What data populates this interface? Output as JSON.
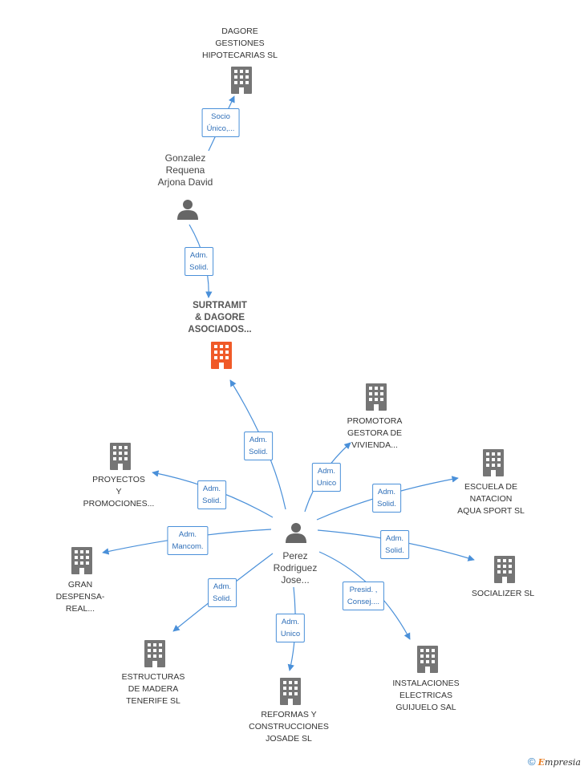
{
  "colors": {
    "edge": "#4a90d9",
    "company": "#757575",
    "focus": "#f05a28",
    "person": "#666666"
  },
  "nodes": {
    "dagore": {
      "lines": [
        "DAGORE",
        "GESTIONES",
        "HIPOTECARIAS SL"
      ]
    },
    "gonzalez": {
      "lines": [
        "Gonzalez",
        "Requena",
        "Arjona David"
      ]
    },
    "surtramit": {
      "lines": [
        "SURTRAMIT",
        "& DAGORE",
        "ASOCIADOS..."
      ]
    },
    "promotora": {
      "lines": [
        "PROMOTORA",
        "GESTORA DE",
        "VIVIENDA..."
      ]
    },
    "proyectos": {
      "lines": [
        "PROYECTOS",
        "Y",
        "PROMOCIONES..."
      ]
    },
    "escuela": {
      "lines": [
        "ESCUELA DE",
        "NATACION",
        "AQUA SPORT SL"
      ]
    },
    "perez": {
      "lines": [
        "Perez",
        "Rodriguez",
        "Jose..."
      ]
    },
    "gran": {
      "lines": [
        "GRAN",
        "DESPENSA-",
        "REAL..."
      ]
    },
    "socializer": {
      "lines": [
        "SOCIALIZER SL"
      ]
    },
    "estructuras": {
      "lines": [
        "ESTRUCTURAS",
        "DE MADERA",
        "TENERIFE SL"
      ]
    },
    "reformas": {
      "lines": [
        "REFORMAS Y",
        "CONSTRUCCIONES",
        "JOSADE SL"
      ]
    },
    "instalaciones": {
      "lines": [
        "INSTALACIONES",
        "ELECTRICAS",
        "GUIJUELO SAL"
      ]
    }
  },
  "relations": {
    "gonzalez_dagore": [
      "Socio",
      "Único,..."
    ],
    "gonzalez_surtramit": [
      "Adm.",
      "Solid."
    ],
    "perez_surtramit": [
      "Adm.",
      "Solid."
    ],
    "perez_promotora": [
      "Adm.",
      "Unico"
    ],
    "perez_proyectos": [
      "Adm.",
      "Solid."
    ],
    "perez_escuela": [
      "Adm.",
      "Solid."
    ],
    "perez_gran": [
      "Adm.",
      "Mancom."
    ],
    "perez_socializer": [
      "Adm.",
      "Solid."
    ],
    "perez_estructuras": [
      "Adm.",
      "Solid."
    ],
    "perez_reformas": [
      "Adm.",
      "Unico"
    ],
    "perez_instalaciones": [
      "Presid. ,",
      "Consej...."
    ]
  },
  "footer": {
    "copyright": "©",
    "brand_e": "E",
    "brand_rest": "mpresia"
  }
}
